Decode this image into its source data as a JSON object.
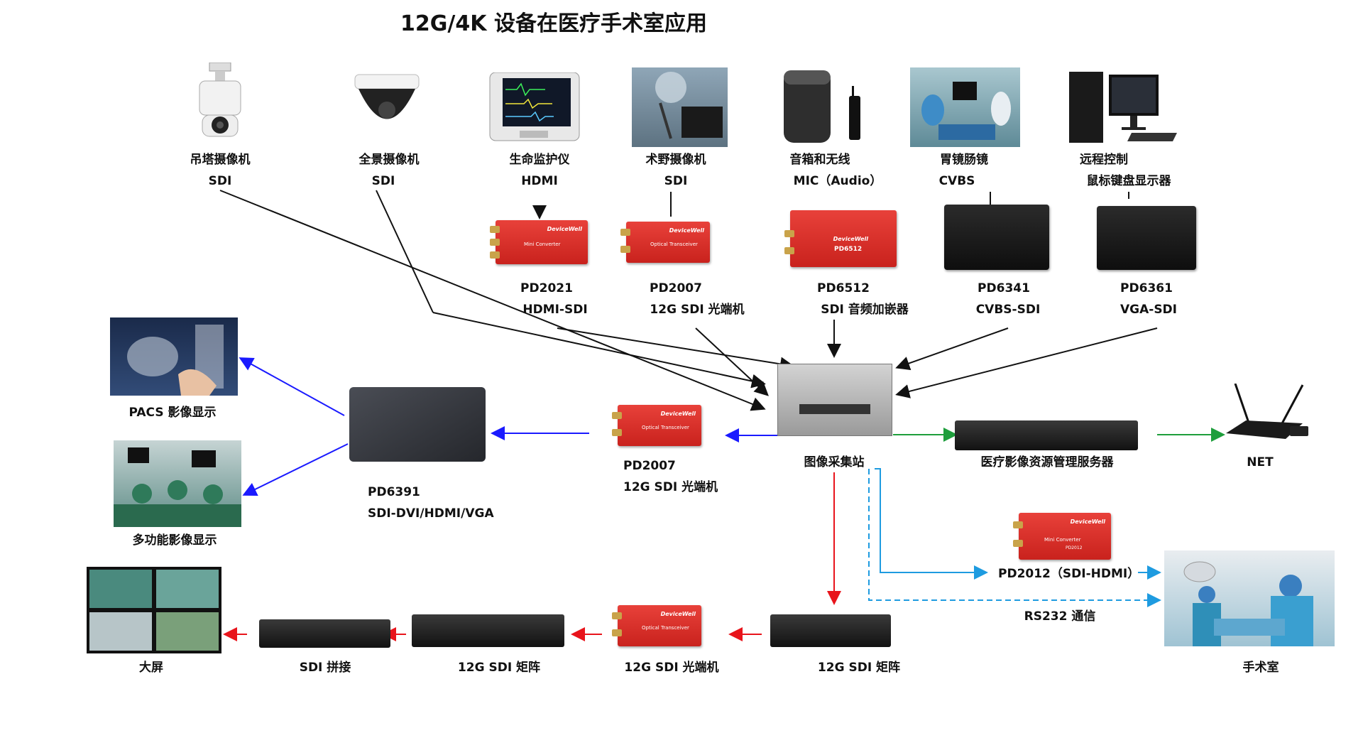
{
  "title": "12G/4K 设备在医疗手术室应用",
  "sources": [
    {
      "name": "吊塔摄像机",
      "signal": "SDI",
      "icon": "ceiling-camera-icon"
    },
    {
      "name": "全景摄像机",
      "signal": "SDI",
      "icon": "dome-camera-icon"
    },
    {
      "name": "生命监护仪",
      "signal": "HDMI",
      "icon": "patient-monitor-icon"
    },
    {
      "name": "术野摄像机",
      "signal": "SDI",
      "icon": "surgical-camera-icon"
    },
    {
      "name": "音箱和无线",
      "signal": "MIC（Audio）",
      "icon": "speaker-radio-icon"
    },
    {
      "name": "胃镜肠镜",
      "signal": "CVBS",
      "icon": "endoscope-icon"
    },
    {
      "name": "远程控制",
      "signal": "鼠标键盘显示器",
      "icon": "desktop-computer-icon"
    }
  ],
  "converters": [
    {
      "model": "PD2021",
      "desc": "HDMI-SDI",
      "box_text": "Mini Converter"
    },
    {
      "model": "PD2007",
      "desc": "12G SDI 光端机",
      "box_text": "Optical Transceiver"
    },
    {
      "model": "PD6512",
      "desc": "SDI 音频加嵌器",
      "box_text": "PD6512"
    },
    {
      "model": "PD6341",
      "desc": "CVBS-SDI"
    },
    {
      "model": "PD6361",
      "desc": "VGA-SDI"
    }
  ],
  "brand": "DeviceWell",
  "center": {
    "name": "图像采集站"
  },
  "right_chain": {
    "server": "医疗影像资源管理服务器",
    "net": "NET"
  },
  "left_chain": {
    "transceiver": {
      "model": "PD2007",
      "desc": "12G SDI 光端机"
    },
    "splitter": {
      "model": "PD6391",
      "desc": "SDI-DVI/HDMI/VGA"
    },
    "pacs": "PACS 影像显示",
    "multi": "多功能影像显示"
  },
  "bottom_chain": {
    "matrix1": "12G SDI 矩阵",
    "transceiver": "12G SDI 光端机",
    "matrix2": "12G SDI 矩阵",
    "splice": "SDI 拼接",
    "screen": "大屏"
  },
  "or_chain": {
    "converter": "PD2012（SDI-HDMI）",
    "rs232": "RS232 通信",
    "room": "手术室",
    "box_text": "Mini Converter",
    "box_model": "PD2012"
  },
  "colors": {
    "black_arrow": "#111111",
    "blue_arrow": "#1a1aff",
    "green_arrow": "#1e9e3c",
    "red_arrow": "#e8141b",
    "cyan_arrow": "#1e9be0",
    "device_red": "#d9302a"
  }
}
